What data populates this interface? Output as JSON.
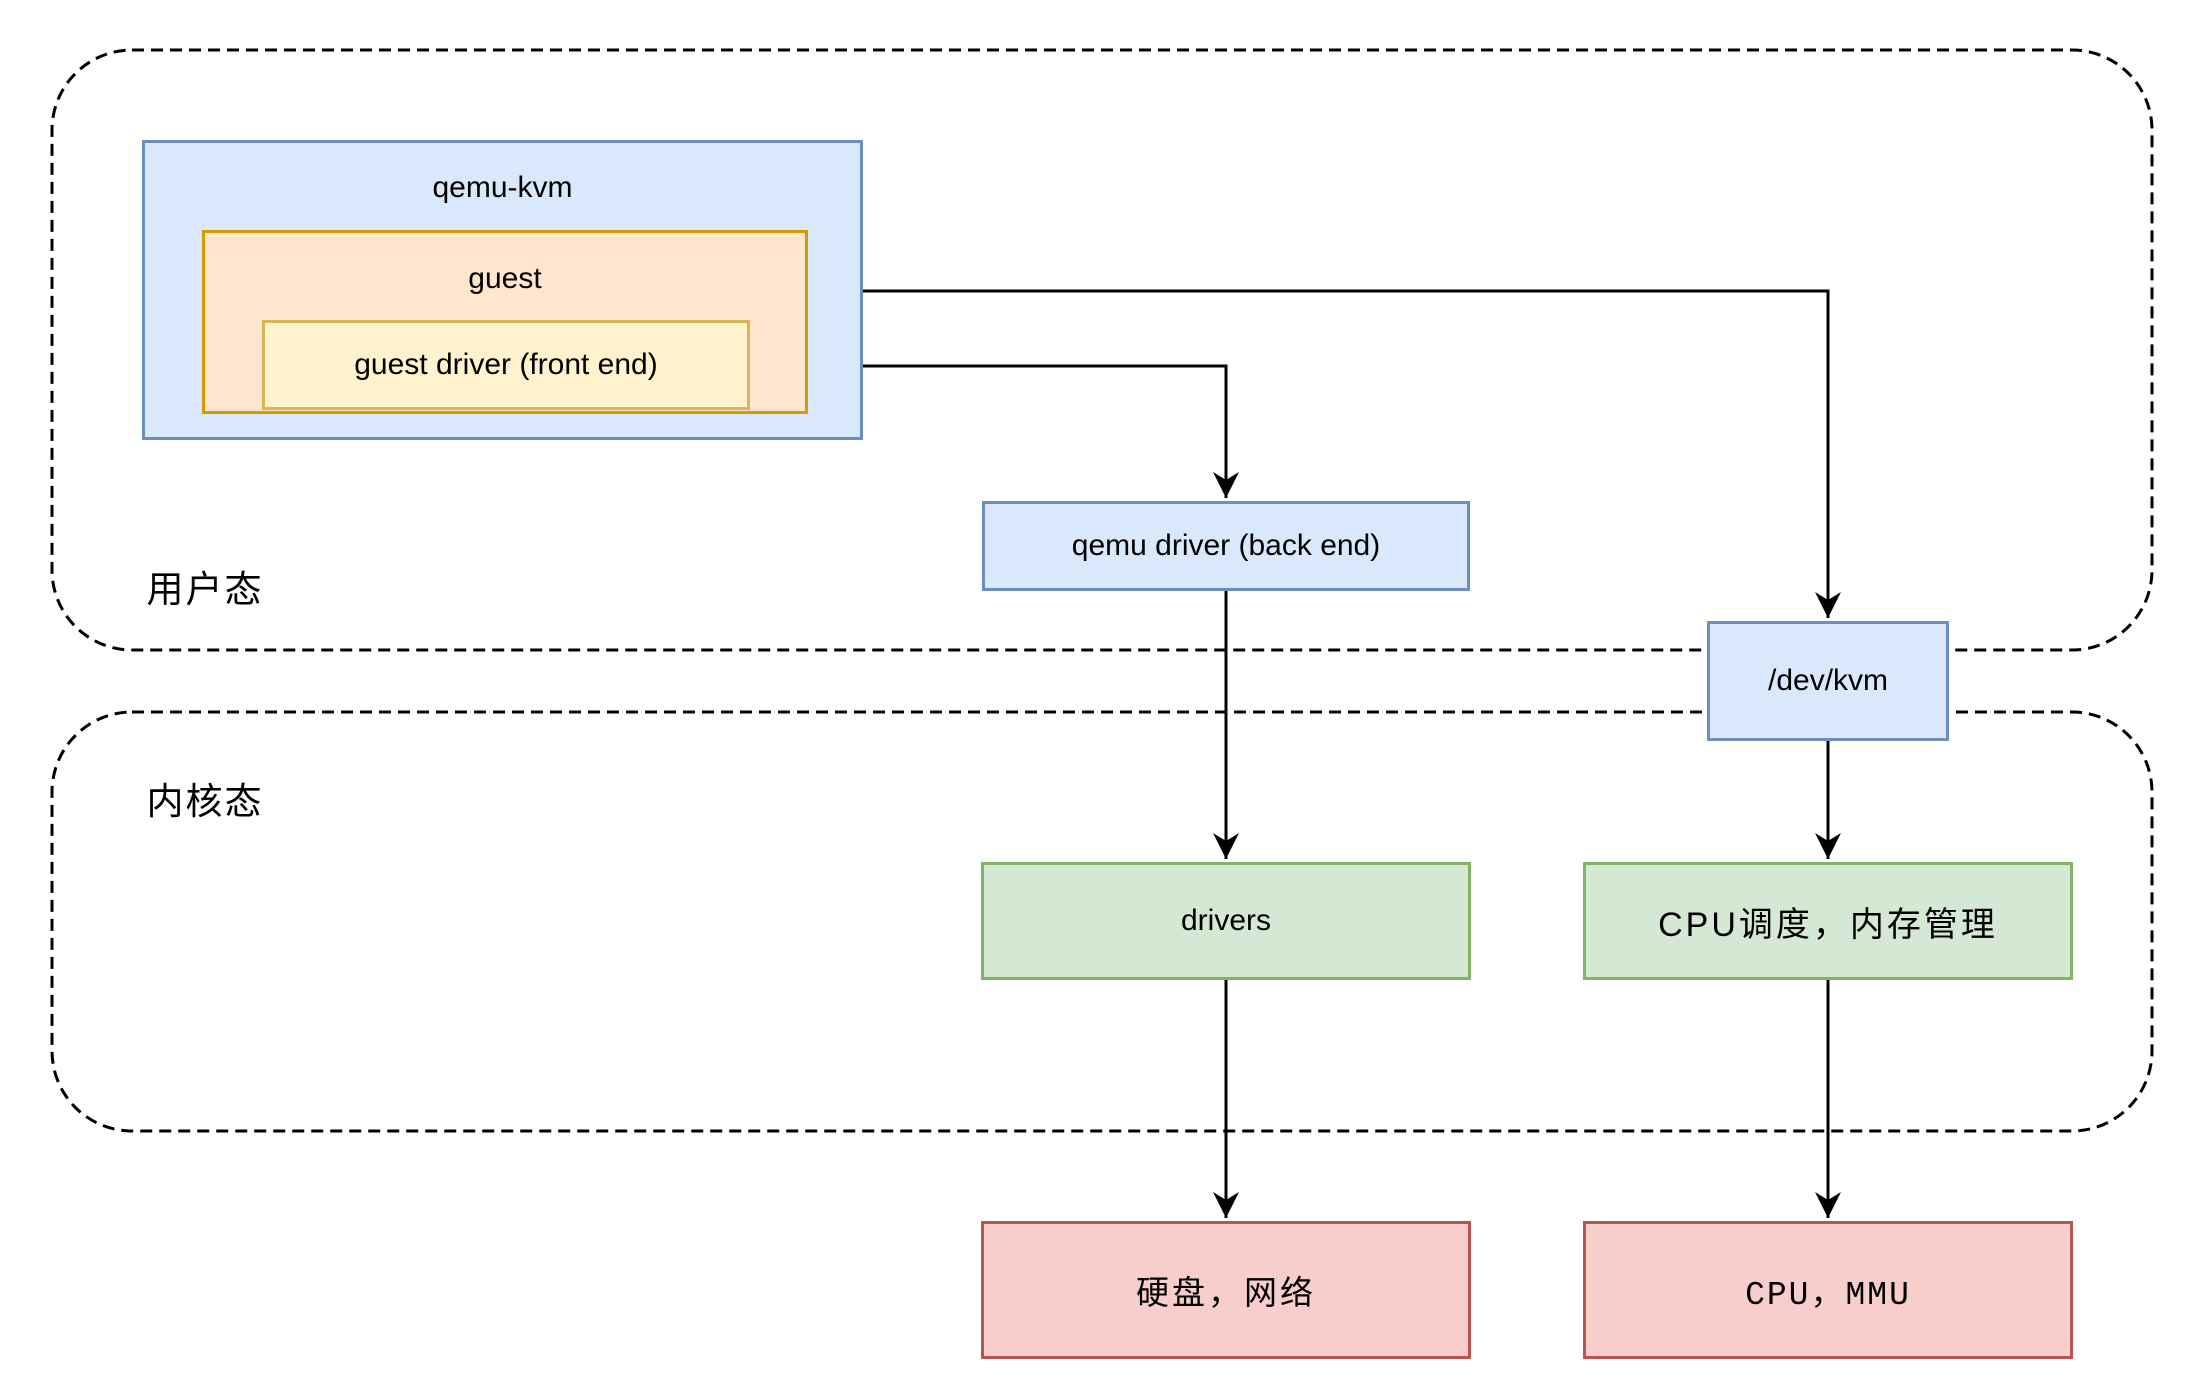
{
  "regions": {
    "user_mode": {
      "label": "用户态"
    },
    "kernel_mode": {
      "label": "内核态"
    }
  },
  "nodes": {
    "qemu_kvm": {
      "label": "qemu-kvm"
    },
    "guest": {
      "label": "guest"
    },
    "guest_driver": {
      "label": "guest driver (front end)"
    },
    "qemu_driver_backend": {
      "label": "qemu driver (back end)"
    },
    "dev_kvm": {
      "label": "/dev/kvm"
    },
    "drivers": {
      "label": "drivers"
    },
    "cpu_sched_mem": {
      "label": "CPU调度，内存管理"
    },
    "disk_network": {
      "label": "硬盘，网络"
    },
    "cpu_mmu": {
      "label": "CPU，MMU"
    }
  },
  "edges": [
    {
      "from": "qemu_kvm",
      "to": "dev_kvm"
    },
    {
      "from": "guest_driver",
      "to": "qemu_driver_backend"
    },
    {
      "from": "qemu_driver_backend",
      "to": "drivers"
    },
    {
      "from": "drivers",
      "to": "disk_network"
    },
    {
      "from": "dev_kvm",
      "to": "cpu_sched_mem"
    },
    {
      "from": "cpu_sched_mem",
      "to": "cpu_mmu"
    }
  ],
  "colors": {
    "background": "#ffffff",
    "line": "#000000",
    "blue_fill": "#dae8fc",
    "blue_stroke": "#6c8ebf",
    "orange_fill": "#ffe6cc",
    "orange_stroke": "#d79b00",
    "yellow_fill": "#fff2cc",
    "yellow_stroke": "#d6b656",
    "green_fill": "#d5e8d4",
    "green_stroke": "#82b366",
    "red_fill": "#f8cecc",
    "red_stroke": "#b85450"
  }
}
